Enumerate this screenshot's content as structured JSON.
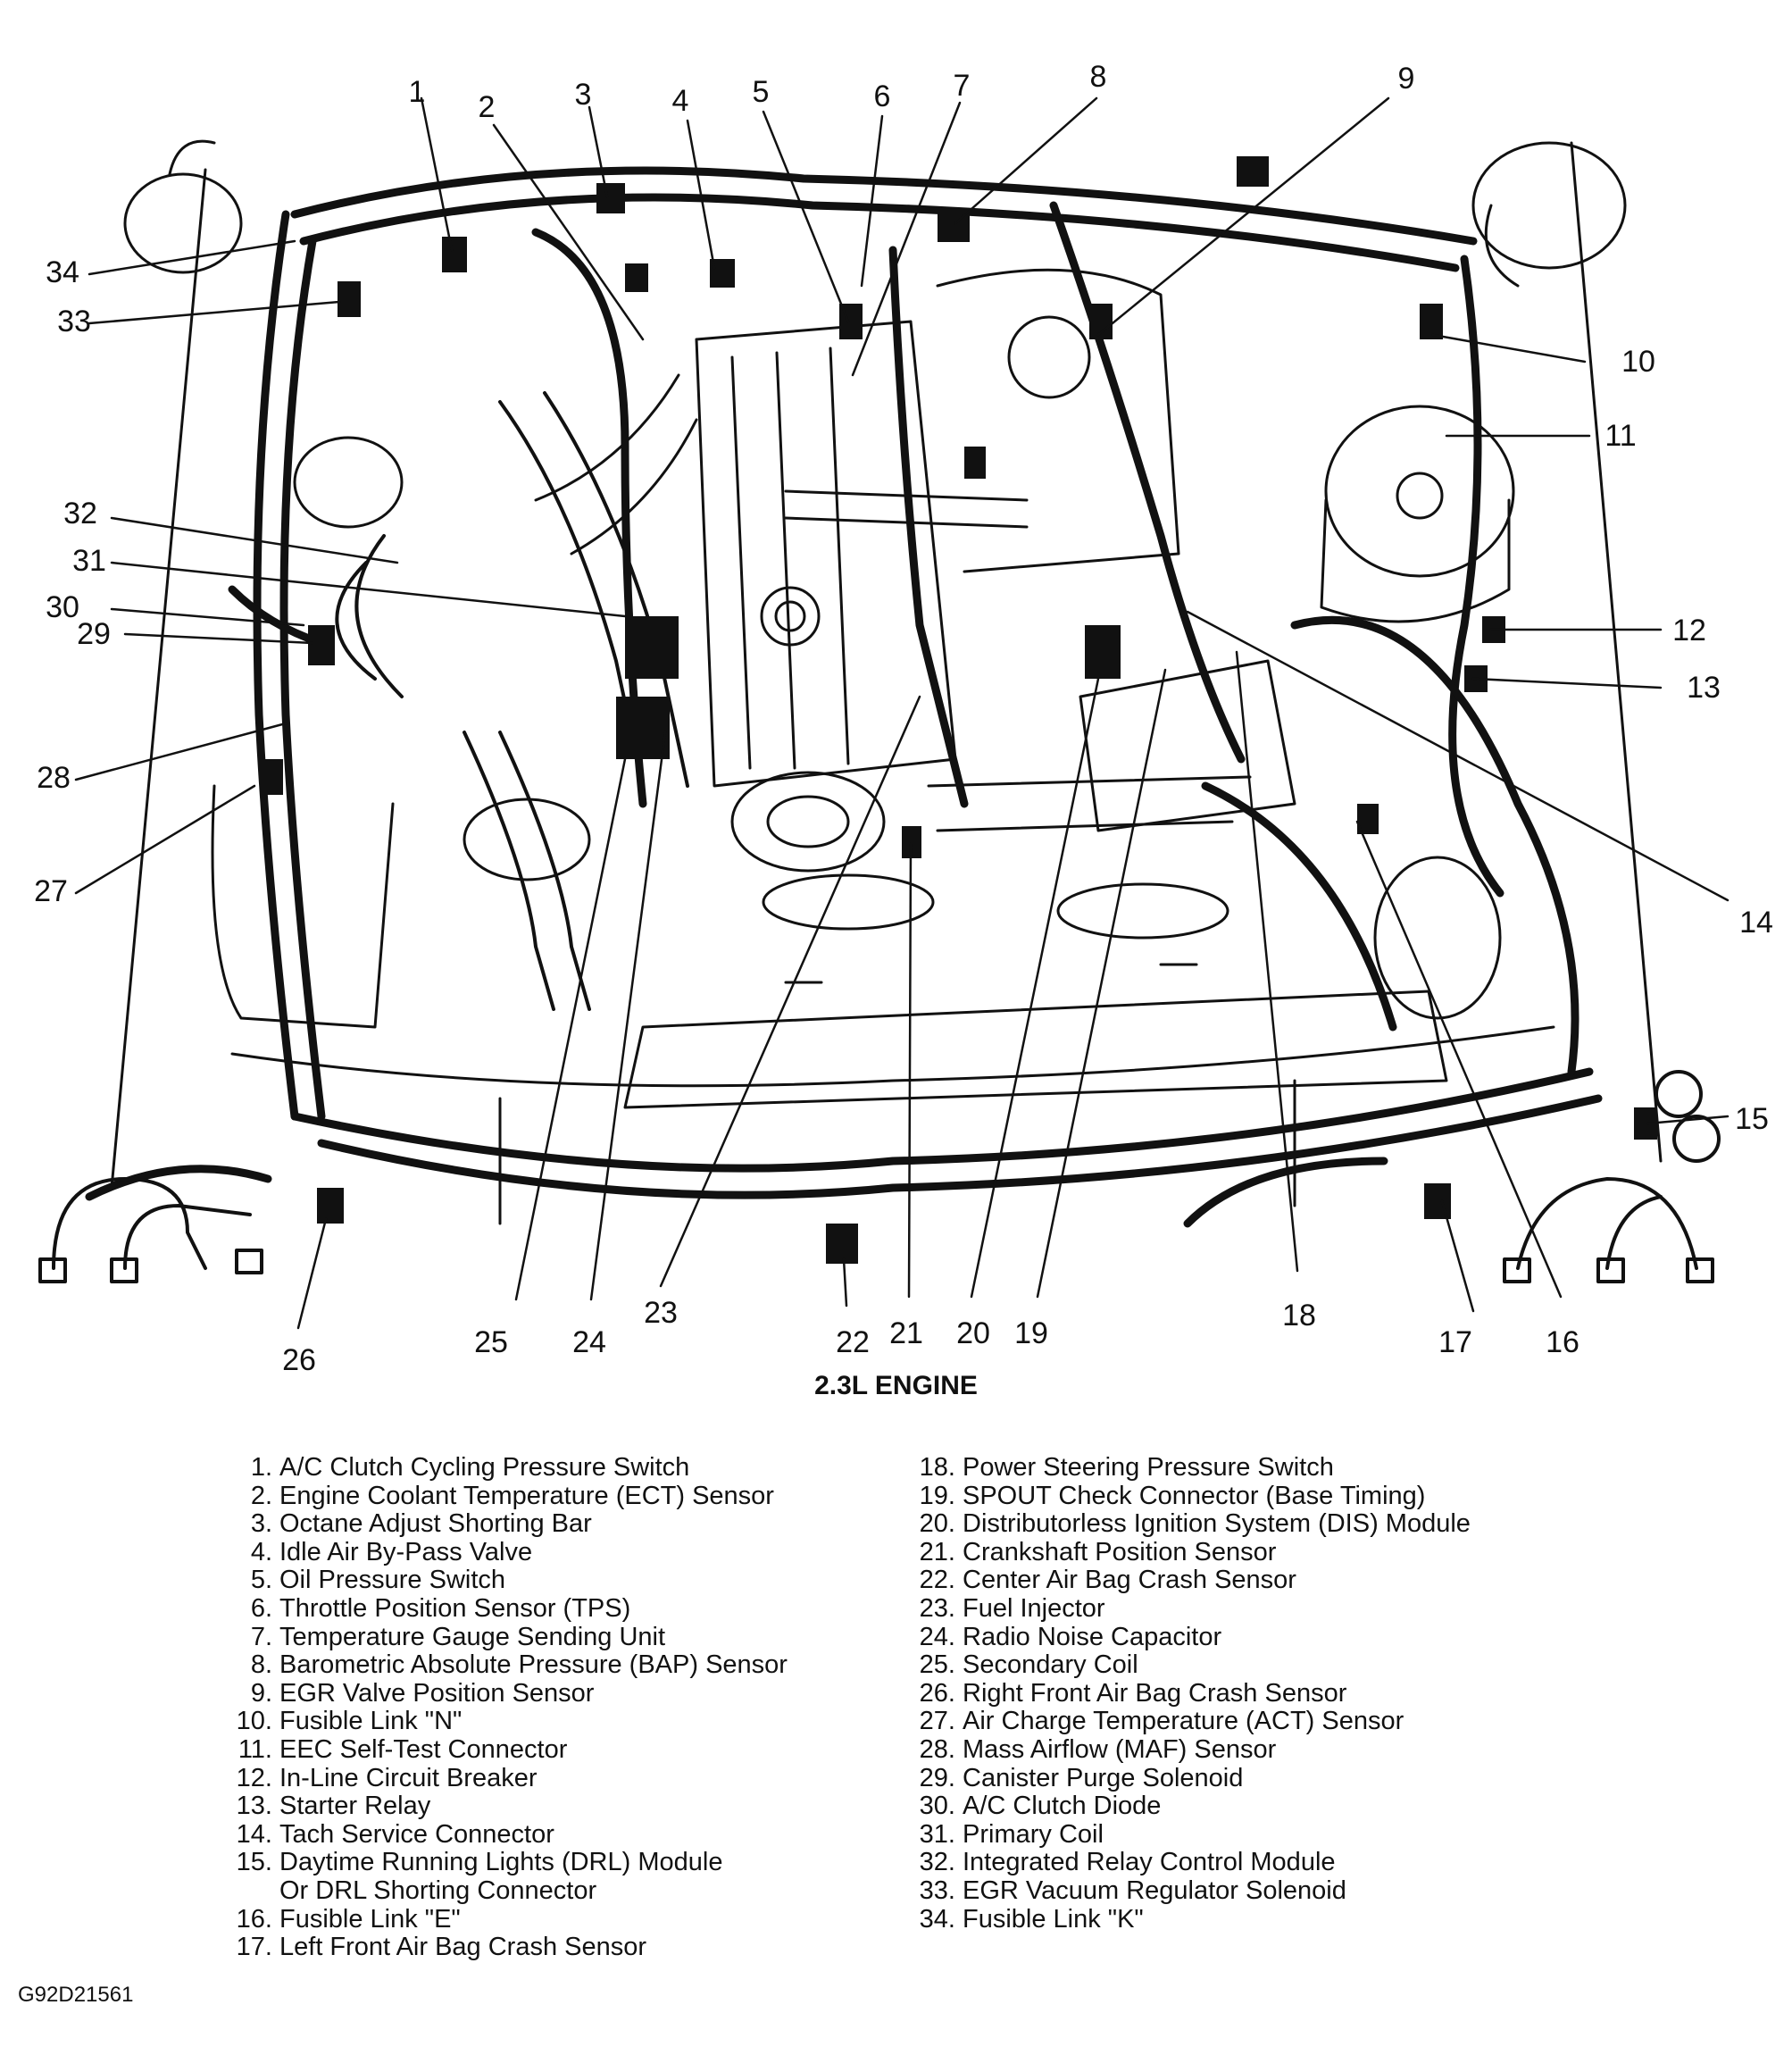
{
  "figure_title": "2.3L ENGINE",
  "figure_code": "G92D21561",
  "callouts": [
    "1",
    "2",
    "3",
    "4",
    "5",
    "6",
    "7",
    "8",
    "9",
    "10",
    "11",
    "12",
    "13",
    "14",
    "15",
    "16",
    "17",
    "18",
    "19",
    "20",
    "21",
    "22",
    "23",
    "24",
    "25",
    "26",
    "27",
    "28",
    "29",
    "30",
    "31",
    "32",
    "33",
    "34"
  ],
  "legend_left": [
    {
      "n": "1.",
      "text": "A/C Clutch Cycling Pressure Switch"
    },
    {
      "n": "2.",
      "text": "Engine Coolant Temperature (ECT) Sensor"
    },
    {
      "n": "3.",
      "text": "Octane Adjust Shorting Bar"
    },
    {
      "n": "4.",
      "text": "Idle Air By-Pass Valve"
    },
    {
      "n": "5.",
      "text": "Oil Pressure Switch"
    },
    {
      "n": "6.",
      "text": "Throttle Position Sensor (TPS)"
    },
    {
      "n": "7.",
      "text": "Temperature Gauge Sending Unit"
    },
    {
      "n": "8.",
      "text": "Barometric Absolute Pressure (BAP) Sensor"
    },
    {
      "n": "9.",
      "text": "EGR Valve Position Sensor"
    },
    {
      "n": "10.",
      "text": "Fusible Link \"N\""
    },
    {
      "n": "11.",
      "text": "EEC Self-Test Connector"
    },
    {
      "n": "12.",
      "text": "In-Line Circuit Breaker"
    },
    {
      "n": "13.",
      "text": "Starter Relay"
    },
    {
      "n": "14.",
      "text": "Tach Service Connector"
    },
    {
      "n": "15.",
      "text": "Daytime Running Lights (DRL) Module"
    },
    {
      "n": "",
      "text": "Or DRL Shorting Connector"
    },
    {
      "n": "16.",
      "text": "Fusible Link \"E\""
    },
    {
      "n": "17.",
      "text": "Left Front Air Bag Crash Sensor"
    }
  ],
  "legend_right": [
    {
      "n": "18.",
      "text": "Power Steering Pressure Switch"
    },
    {
      "n": "19.",
      "text": "SPOUT Check Connector (Base Timing)"
    },
    {
      "n": "20.",
      "text": "Distributorless Ignition System (DIS) Module"
    },
    {
      "n": "21.",
      "text": "Crankshaft Position Sensor"
    },
    {
      "n": "22.",
      "text": "Center Air Bag Crash Sensor"
    },
    {
      "n": "23.",
      "text": "Fuel Injector"
    },
    {
      "n": "24.",
      "text": "Radio Noise Capacitor"
    },
    {
      "n": "25.",
      "text": "Secondary Coil"
    },
    {
      "n": "26.",
      "text": "Right Front Air Bag Crash Sensor"
    },
    {
      "n": "27.",
      "text": "Air Charge Temperature (ACT) Sensor"
    },
    {
      "n": "28.",
      "text": "Mass Airflow (MAF) Sensor"
    },
    {
      "n": "29.",
      "text": "Canister Purge Solenoid"
    },
    {
      "n": "30.",
      "text": "A/C Clutch Diode"
    },
    {
      "n": "31.",
      "text": "Primary Coil"
    },
    {
      "n": "32.",
      "text": "Integrated Relay Control Module"
    },
    {
      "n": "33.",
      "text": "EGR Vacuum Regulator Solenoid"
    },
    {
      "n": "34.",
      "text": "Fusible Link \"K\""
    }
  ]
}
